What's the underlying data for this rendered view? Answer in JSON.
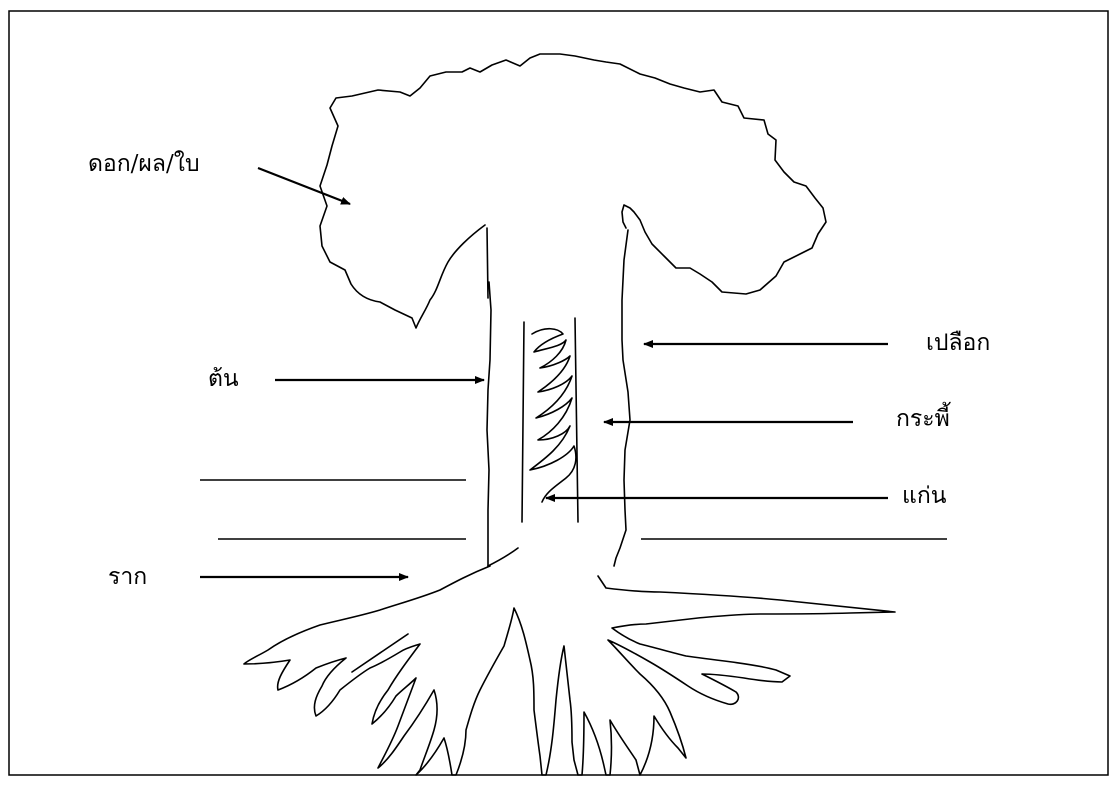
{
  "labels": {
    "flower_fruit_leaf": "ดอก/ผล/ใบ",
    "stem": "ต้น",
    "bark": "เปลือก",
    "sapwood": "กระพี้",
    "heartwood": "แก่น",
    "root": "ราก"
  }
}
